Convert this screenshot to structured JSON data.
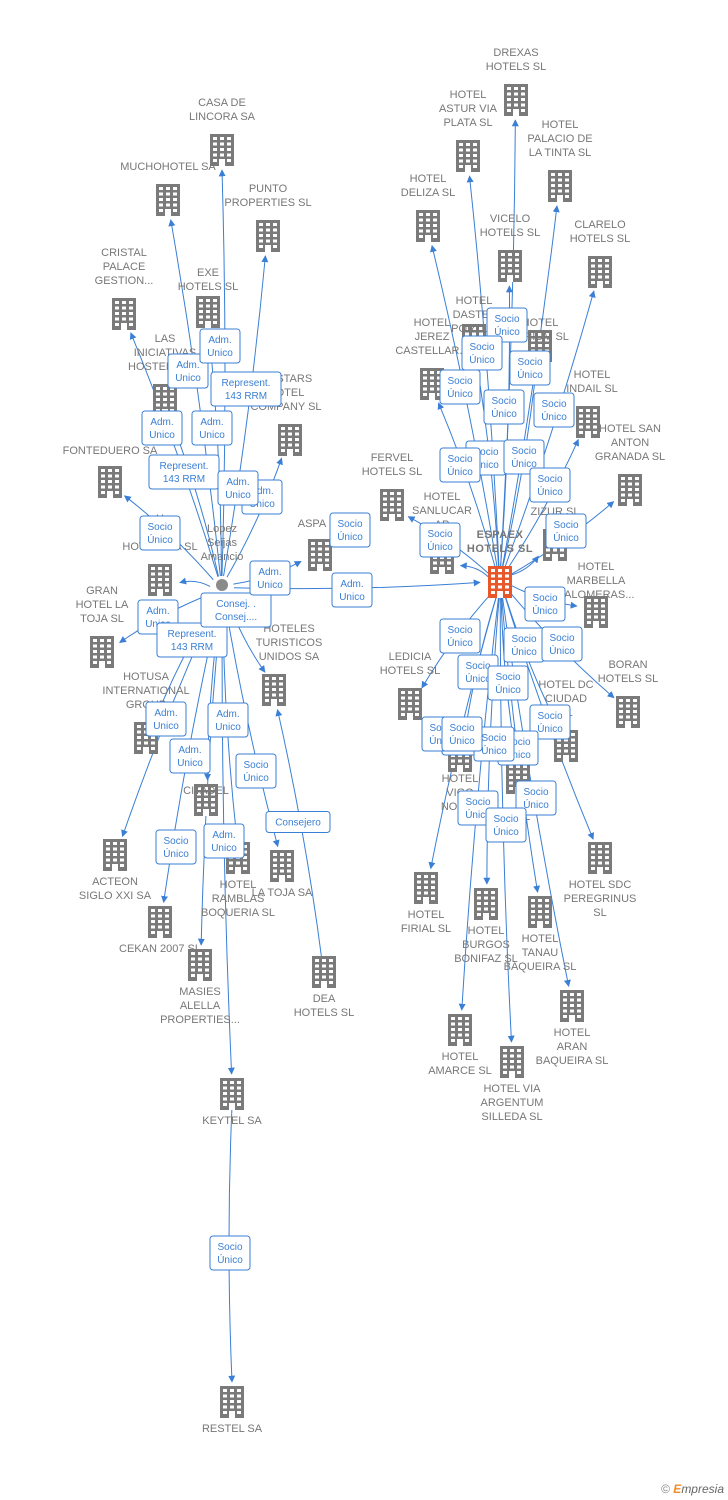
{
  "colors": {
    "building": "#7a7a7a",
    "center_building": "#e8572a",
    "edge": "#3a7fd5",
    "label": "#777777",
    "person": "#8a8a8a"
  },
  "center": {
    "id": "espaex",
    "lines": [
      "ESPAEX",
      "HOTELS  SL"
    ]
  },
  "person": {
    "id": "lopez",
    "lines": [
      "Lopez",
      "Seijas",
      "Amancio"
    ]
  },
  "nodes": [
    {
      "id": "espaex",
      "lines": [
        "ESPAEX",
        "HOTELS  SL"
      ],
      "center": true
    },
    {
      "id": "casa_lincora",
      "lines": [
        "CASA DE",
        "LINCORA SA"
      ]
    },
    {
      "id": "muchohotel",
      "lines": [
        "MUCHOHOTEL SA"
      ]
    },
    {
      "id": "punto",
      "lines": [
        "PUNTO",
        "PROPERTIES SL"
      ]
    },
    {
      "id": "exe",
      "lines": [
        "EXE",
        "HOTELS SL"
      ]
    },
    {
      "id": "cristal",
      "lines": [
        "CRISTAL",
        "PALACE",
        "GESTION..."
      ]
    },
    {
      "id": "las_iniciativas",
      "lines": [
        "LAS",
        "INICIATIVAS",
        "HOSTELERAS"
      ]
    },
    {
      "id": "hostars",
      "lines": [
        "HOSTARS",
        "HOTEL",
        "COMPANY  SL"
      ]
    },
    {
      "id": "fonteduero",
      "lines": [
        "FONTEDUERO SA"
      ]
    },
    {
      "id": "gran_hostelera",
      "lines": [
        "H",
        "GRAN",
        "HOTELERA  SL"
      ]
    },
    {
      "id": "gran_hotel_toja",
      "lines": [
        "GRAN",
        "HOTEL LA",
        "TOJA  SL"
      ]
    },
    {
      "id": "hotusa",
      "lines": [
        "HOTUSA",
        "INTERNATIONAL",
        "GROUP"
      ]
    },
    {
      "id": "hoteles_turisticos",
      "lines": [
        "HOTELES",
        "TURISTICOS",
        "UNIDOS SA"
      ]
    },
    {
      "id": "aspa",
      "lines": [
        "ASPA"
      ]
    },
    {
      "id": "acteon",
      "lines": [
        "ACTEON",
        "SIGLO XXI SA"
      ]
    },
    {
      "id": "cekan",
      "lines": [
        "CEKAN 2007 SL"
      ]
    },
    {
      "id": "citadel",
      "lines": [
        "CITADEL"
      ]
    },
    {
      "id": "masies",
      "lines": [
        "MASIES",
        "ALELLA",
        "PROPERTIES..."
      ]
    },
    {
      "id": "ramblas",
      "lines": [
        "HOTEL",
        "RAMBLAS",
        "BOQUERIA SL"
      ]
    },
    {
      "id": "la_toja",
      "lines": [
        "LA TOJA SA"
      ]
    },
    {
      "id": "dea",
      "lines": [
        "DEA",
        "HOTELS  SL"
      ]
    },
    {
      "id": "keytel",
      "lines": [
        "KEYTEL SA"
      ]
    },
    {
      "id": "restel",
      "lines": [
        "RESTEL SA"
      ]
    },
    {
      "id": "drexas",
      "lines": [
        "DREXAS",
        "HOTELS  SL"
      ]
    },
    {
      "id": "astur",
      "lines": [
        "HOTEL",
        "ASTUR VIA",
        "PLATA  SL"
      ]
    },
    {
      "id": "palacio_tinta",
      "lines": [
        "HOTEL",
        "PALACIO DE",
        "LA TINTA  SL"
      ]
    },
    {
      "id": "deliza",
      "lines": [
        "HOTEL",
        "DELIZA  SL"
      ]
    },
    {
      "id": "vicelo",
      "lines": [
        "VICELO",
        "HOTELS  SL"
      ]
    },
    {
      "id": "clarelo",
      "lines": [
        "CLARELO",
        "HOTELS  SL"
      ]
    },
    {
      "id": "dastel",
      "lines": [
        "HOTEL",
        "DASTEL",
        "PORTUS"
      ]
    },
    {
      "id": "atrium",
      "lines": [
        "HOTEL",
        "ATRIUM  SL"
      ]
    },
    {
      "id": "jerez",
      "lines": [
        "HOTEL",
        "JEREZ",
        "CASTELLAR..."
      ]
    },
    {
      "id": "indail",
      "lines": [
        "HOTEL",
        "INDAIL  SL"
      ]
    },
    {
      "id": "san_anton",
      "lines": [
        "HOTEL SAN",
        "ANTON",
        "GRANADA  SL"
      ]
    },
    {
      "id": "fervel",
      "lines": [
        "FERVEL",
        "HOTELS  SL"
      ]
    },
    {
      "id": "sanlucar",
      "lines": [
        "HOTEL",
        "SANLUCAR",
        "AP"
      ]
    },
    {
      "id": "zizur",
      "lines": [
        "ZIZUR  SL"
      ]
    },
    {
      "id": "marbella",
      "lines": [
        "HOTEL",
        "MARBELLA",
        "PALOMERAS..."
      ]
    },
    {
      "id": "ledicia",
      "lines": [
        "LEDICIA",
        "HOTELS  SL"
      ]
    },
    {
      "id": "boran",
      "lines": [
        "BORAN",
        "HOTELS  SL"
      ]
    },
    {
      "id": "dc_ciudad",
      "lines": [
        "HOTEL DC",
        "CIUDAD",
        "SL"
      ]
    },
    {
      "id": "vigo_norte",
      "lines": [
        "HOTEL",
        "VIGO",
        "NORTE"
      ]
    },
    {
      "id": "ciudad_sl",
      "lines": [
        "D  SL"
      ]
    },
    {
      "id": "sdc",
      "lines": [
        "HOTEL SDC",
        "PEREGRINUS",
        "SL"
      ]
    },
    {
      "id": "firial",
      "lines": [
        "HOTEL",
        "FIRIAL  SL"
      ]
    },
    {
      "id": "burgos",
      "lines": [
        "HOTEL",
        "BURGOS",
        "BONIFAZ  SL"
      ]
    },
    {
      "id": "tanau",
      "lines": [
        "HOTEL",
        "TANAU",
        "BAQUEIRA  SL"
      ]
    },
    {
      "id": "aran",
      "lines": [
        "HOTEL",
        "ARAN",
        "BAQUEIRA  SL"
      ]
    },
    {
      "id": "amarce",
      "lines": [
        "HOTEL",
        "AMARCE  SL"
      ]
    },
    {
      "id": "via_argentum",
      "lines": [
        "HOTEL VIA",
        "ARGENTUM",
        "SILLEDA  SL"
      ]
    }
  ],
  "edges": [
    {
      "from": "lopez",
      "to": "espaex",
      "label": [
        "Adm.",
        "Unico"
      ]
    },
    {
      "from": "lopez",
      "to": "aspa",
      "label": [
        "Socio",
        "Único"
      ]
    },
    {
      "from": "lopez",
      "to": "muchohotel",
      "label": [
        "Adm.",
        "Unico"
      ]
    },
    {
      "from": "lopez",
      "to": "casa_lincora",
      "label": [
        "Adm.",
        "Unico"
      ]
    },
    {
      "from": "lopez",
      "to": "punto",
      "label": [
        "Represent.",
        "143 RRM"
      ]
    },
    {
      "from": "lopez",
      "to": "exe",
      "label": [
        "Adm.",
        "Unico"
      ]
    },
    {
      "from": "lopez",
      "to": "cristal",
      "label": [
        "Adm.",
        "Unico"
      ]
    },
    {
      "from": "lopez",
      "to": "hostars",
      "label": [
        "Adm.",
        "Unico"
      ]
    },
    {
      "from": "lopez",
      "to": "las_iniciativas",
      "label": [
        "Represent.",
        "143 RRM"
      ]
    },
    {
      "from": "lopez",
      "to": "fonteduero",
      "label": [
        "Adm.",
        "Unico"
      ]
    },
    {
      "from": "lopez",
      "to": "gran_hostelera",
      "label": [
        "Socio",
        "Único"
      ]
    },
    {
      "from": "lopez",
      "to": "gran_hotel_toja",
      "label": [
        "Adm.",
        "Unico"
      ]
    },
    {
      "from": "lopez",
      "to": "hotusa",
      "label": [
        "Represent.",
        "143 RRM"
      ]
    },
    {
      "from": "lopez",
      "to": "hoteles_turisticos",
      "label": [
        "Consej. .",
        "Consej...."
      ]
    },
    {
      "from": "lopez",
      "to": "acteon",
      "label": [
        "Adm.",
        "Unico"
      ]
    },
    {
      "from": "lopez",
      "to": "cekan",
      "label": [
        "Socio",
        "Único"
      ]
    },
    {
      "from": "lopez",
      "to": "citadel",
      "label": [
        "Adm.",
        "Unico"
      ]
    },
    {
      "from": "lopez",
      "to": "masies",
      "label": [
        "Adm.",
        "Unico"
      ]
    },
    {
      "from": "lopez",
      "to": "ramblas",
      "label": [
        "Socio",
        "Único"
      ]
    },
    {
      "from": "lopez",
      "to": "la_toja",
      "label": [
        "Adm.",
        "Unico"
      ]
    },
    {
      "from": "lopez",
      "to": "keytel",
      "label": [
        "Adm.",
        "Unico"
      ]
    },
    {
      "from": "dea",
      "to": "hoteles_turisticos",
      "label": [
        "Consejero"
      ]
    },
    {
      "from": "keytel",
      "to": "restel",
      "label": [
        "Socio",
        "Único"
      ]
    },
    {
      "from": "espaex",
      "to": "drexas",
      "label": [
        "Socio",
        "Único"
      ]
    },
    {
      "from": "espaex",
      "to": "astur",
      "label": [
        "Socio",
        "Único"
      ]
    },
    {
      "from": "espaex",
      "to": "palacio_tinta",
      "label": [
        "Socio",
        "Único"
      ]
    },
    {
      "from": "espaex",
      "to": "deliza",
      "label": [
        "Socio",
        "Único"
      ]
    },
    {
      "from": "espaex",
      "to": "vicelo",
      "label": [
        "Socio",
        "Único"
      ]
    },
    {
      "from": "espaex",
      "to": "clarelo",
      "label": [
        "Socio",
        "Único"
      ]
    },
    {
      "from": "espaex",
      "to": "dastel",
      "label": [
        "Socio",
        "Único"
      ]
    },
    {
      "from": "espaex",
      "to": "atrium",
      "label": [
        "Socio",
        "Único"
      ]
    },
    {
      "from": "espaex",
      "to": "jerez",
      "label": [
        "Socio",
        "Único"
      ]
    },
    {
      "from": "espaex",
      "to": "indail",
      "label": [
        "Socio",
        "Único"
      ]
    },
    {
      "from": "espaex",
      "to": "san_anton",
      "label": [
        "Socio",
        "Único"
      ]
    },
    {
      "from": "espaex",
      "to": "fervel",
      "label": [
        "Socio",
        "Único"
      ]
    },
    {
      "from": "espaex",
      "to": "sanlucar",
      "label": [
        "Socio",
        "Único"
      ]
    },
    {
      "from": "espaex",
      "to": "marbella",
      "label": [
        "Socio",
        "Único"
      ]
    },
    {
      "from": "espaex",
      "to": "zizur",
      "label": [
        "Socio",
        "Único"
      ]
    },
    {
      "from": "espaex",
      "to": "ledicia",
      "label": [
        "Socio",
        "Único"
      ]
    },
    {
      "from": "espaex",
      "to": "boran",
      "label": [
        "Socio",
        "Único"
      ]
    },
    {
      "from": "espaex",
      "to": "dc_ciudad",
      "label": [
        "Socio",
        "Único"
      ]
    },
    {
      "from": "espaex",
      "to": "vigo_norte",
      "label": [
        "Socio",
        "Único"
      ]
    },
    {
      "from": "espaex",
      "to": "ciudad_sl",
      "label": [
        "Socio",
        "Único"
      ]
    },
    {
      "from": "espaex",
      "to": "sdc",
      "label": [
        "Socio",
        "Único"
      ]
    },
    {
      "from": "espaex",
      "to": "firial",
      "label": [
        "Socio",
        "Único"
      ]
    },
    {
      "from": "espaex",
      "to": "burgos",
      "label": [
        "Socio",
        "Único"
      ]
    },
    {
      "from": "espaex",
      "to": "tanau",
      "label": [
        "Socio",
        "Único"
      ]
    },
    {
      "from": "espaex",
      "to": "aran",
      "label": [
        "Socio",
        "Único"
      ]
    },
    {
      "from": "espaex",
      "to": "amarce",
      "label": [
        "Socio",
        "Único"
      ]
    },
    {
      "from": "espaex",
      "to": "via_argentum",
      "label": [
        "Socio",
        "Único"
      ]
    }
  ],
  "footer": {
    "copyright": "©",
    "brand_first": "E",
    "brand_rest": "mpresia"
  }
}
